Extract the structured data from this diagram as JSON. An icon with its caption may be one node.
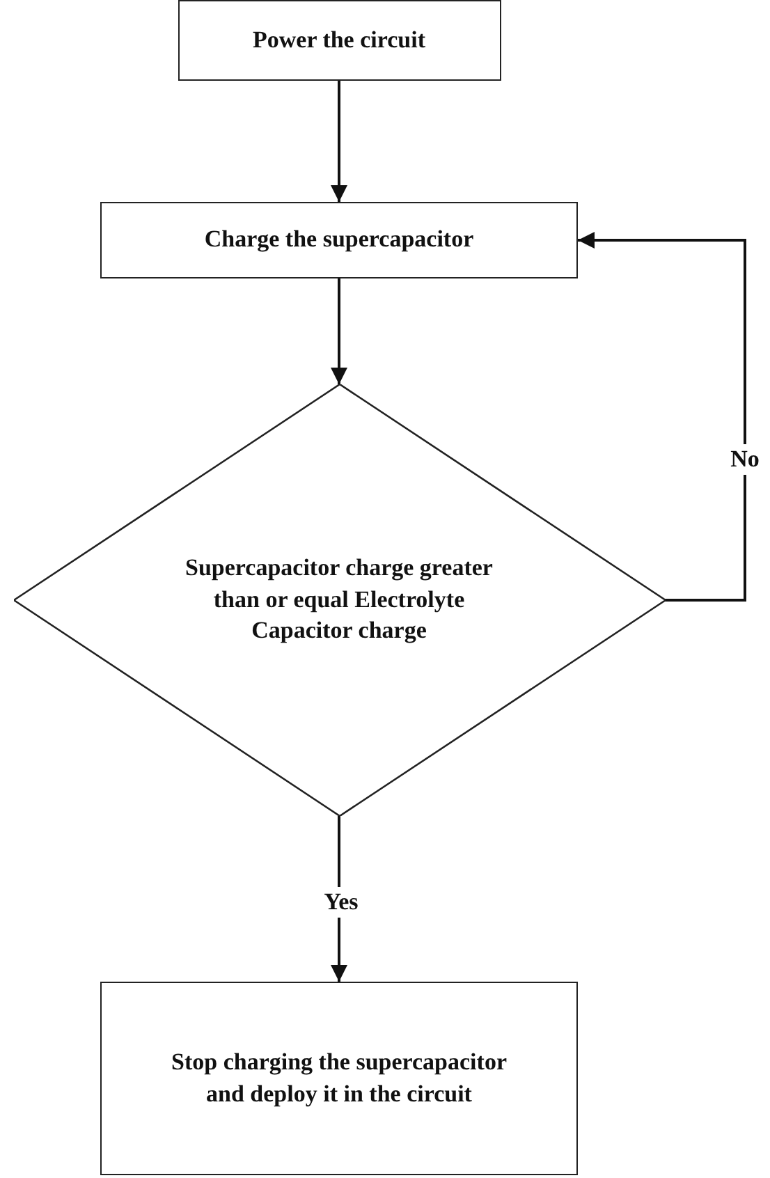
{
  "diagram": {
    "nodes": [
      {
        "text": [
          "Power the circuit"
        ]
      },
      {
        "text": [
          "Charge the supercapacitor"
        ]
      },
      {
        "text": [
          "Supercapacitor charge greater than or equal Electrolyte Capacitor charge"
        ]
      },
      {
        "text": [
          "Stop charging the supercapacitor and deploy it in the circuit"
        ]
      }
    ],
    "edges": [
      {
        "from": 0,
        "to": 1,
        "arrow": "to"
      },
      {
        "from": 1,
        "to": 2,
        "arrow": "to"
      },
      {
        "from": 2,
        "to": 1,
        "arrow": "to",
        "label": "No"
      },
      {
        "from": 2,
        "to": 3,
        "arrow": "to",
        "label": "Yes"
      }
    ]
  }
}
